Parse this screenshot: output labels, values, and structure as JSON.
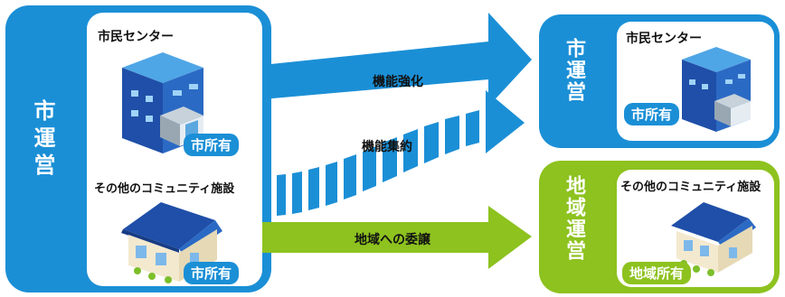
{
  "left": {
    "title": "市運営",
    "building1_label": "市民センター",
    "building1_badge": "市所有",
    "building2_label": "その他のコミュニティ施設",
    "building2_badge": "市所有"
  },
  "arrows": {
    "top_label": "機能強化",
    "middle_label": "機能集約",
    "bottom_label": "地域への委譲"
  },
  "right_top": {
    "title": "市運営",
    "building_label": "市民センター",
    "badge": "市所有"
  },
  "right_bottom": {
    "title": "地域運営",
    "building_label": "その他のコミュニティ施設",
    "badge": "地域所有"
  },
  "colors": {
    "blue": "#1b8fd6",
    "green": "#8dc21f"
  }
}
